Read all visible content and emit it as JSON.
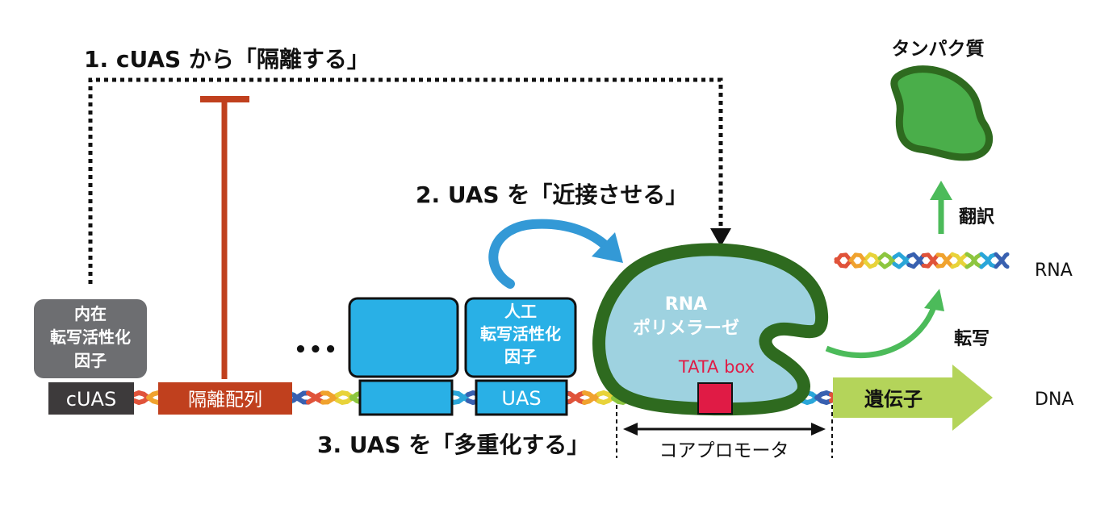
{
  "steps": {
    "step1": "1. cUAS から「隔離する」",
    "step2": "2. UAS を「近接させる」",
    "step3": "3. UAS を「多重化する」"
  },
  "elements": {
    "cuas_label": "cUAS",
    "endogenous_factor": [
      "内在",
      "転写活性化",
      "因子"
    ],
    "insulator_label": "隔離配列",
    "ellipsis": "•••",
    "artificial_factor": [
      "人工",
      "転写活性化",
      "因子"
    ],
    "uas_label": "UAS",
    "rna_polymerase": [
      "RNA",
      "ポリメラーゼ"
    ],
    "tata_box": "TATA box",
    "core_promoter": "コアプロモータ",
    "gene_label": "遺伝子",
    "dna_label": "DNA",
    "rna_label": "RNA",
    "transcription_label": "転写",
    "translation_label": "翻訳",
    "protein_label": "タンパク質"
  },
  "colors": {
    "cuas_box": "#3d3a3b",
    "factor_grey": "#6d6e71",
    "insulator_red": "#c0401e",
    "uas_blue": "#29b0e6",
    "polymerase_fill": "#9ed2e0",
    "polymerase_outline": "#2e6a1f",
    "tata_red": "#e01b45",
    "gene_green": "#b4d45a",
    "arrow_green": "#4cbb5a",
    "protein_fill": "#4aae4a",
    "protein_outline": "#2e6a1f",
    "curve_blue": "#3399d6"
  }
}
